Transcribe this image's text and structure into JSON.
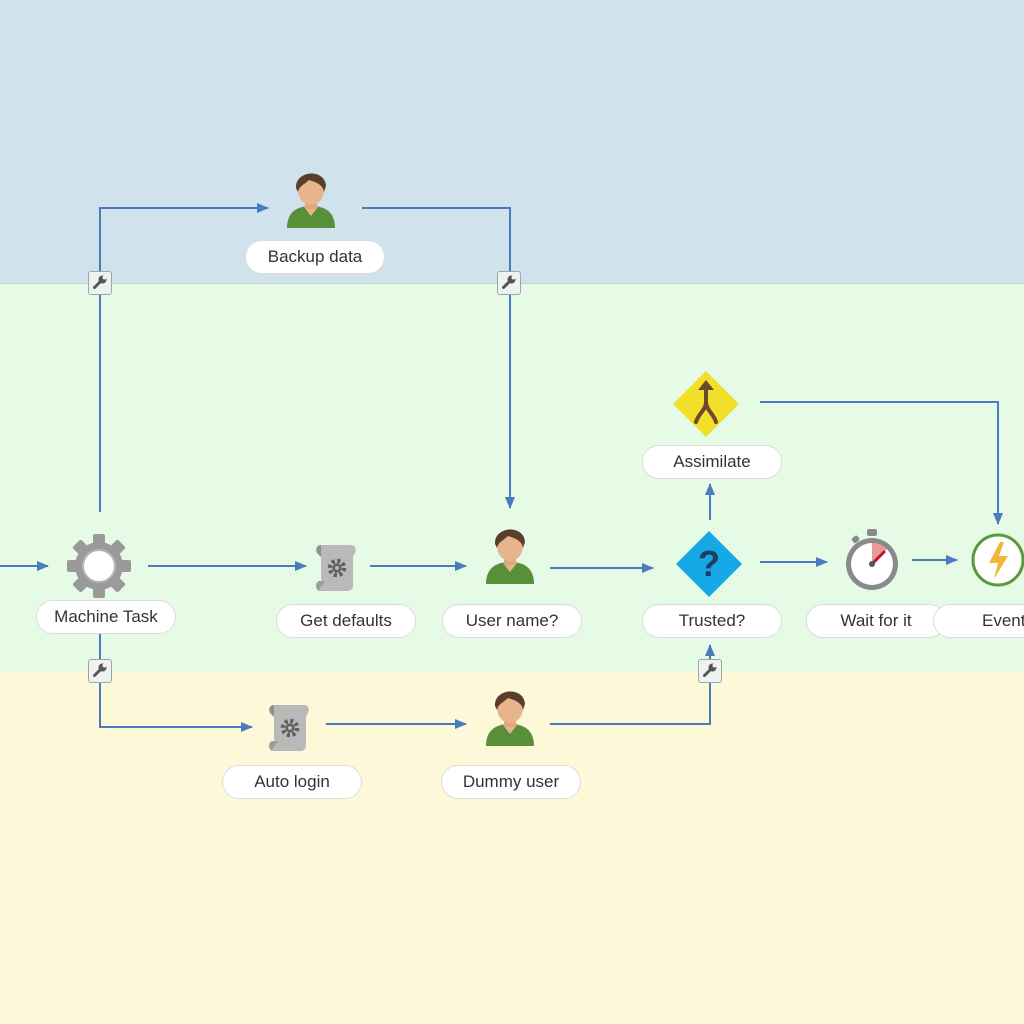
{
  "diagram": {
    "lanes": [
      {
        "id": "top",
        "color": "#d0e2eb"
      },
      {
        "id": "middle",
        "color": "#e6fbe6"
      },
      {
        "id": "bottom",
        "color": "#fdf8d8"
      }
    ],
    "nodes": {
      "machine_task": {
        "label": "Machine Task",
        "icon": "gear-icon"
      },
      "get_defaults": {
        "label": "Get defaults",
        "icon": "script-gear-icon"
      },
      "user_name": {
        "label": "User name?",
        "icon": "user-icon"
      },
      "trusted": {
        "label": "Trusted?",
        "icon": "question-diamond-icon"
      },
      "wait_for_it": {
        "label": "Wait for it",
        "icon": "stopwatch-icon"
      },
      "event": {
        "label": "Event",
        "icon": "lightning-event-icon"
      },
      "assimilate": {
        "label": "Assimilate",
        "icon": "merge-diamond-icon"
      },
      "backup_data": {
        "label": "Backup data",
        "icon": "user-icon"
      },
      "auto_login": {
        "label": "Auto login",
        "icon": "script-gear-icon"
      },
      "dummy_user": {
        "label": "Dummy user",
        "icon": "user-icon"
      }
    },
    "edge_color": "#4a7bbf",
    "edges": [
      {
        "from": "entry",
        "to": "machine_task"
      },
      {
        "from": "machine_task",
        "to": "get_defaults"
      },
      {
        "from": "get_defaults",
        "to": "user_name"
      },
      {
        "from": "user_name",
        "to": "trusted"
      },
      {
        "from": "trusted",
        "to": "wait_for_it"
      },
      {
        "from": "wait_for_it",
        "to": "event"
      },
      {
        "from": "trusted",
        "to": "assimilate"
      },
      {
        "from": "assimilate",
        "to": "event"
      },
      {
        "from": "machine_task",
        "to": "backup_data"
      },
      {
        "from": "backup_data",
        "to": "user_name"
      },
      {
        "from": "machine_task",
        "to": "auto_login"
      },
      {
        "from": "auto_login",
        "to": "dummy_user"
      },
      {
        "from": "dummy_user",
        "to": "trusted"
      }
    ],
    "colors": {
      "question_diamond": "#16a8e6",
      "merge_diamond": "#f2df2a",
      "event_ring": "#5a9a3a",
      "event_bolt": "#f0b63a",
      "gear": "#9a9a9a",
      "user_shirt": "#5a8f3a",
      "user_hair": "#5a3d2a",
      "user_skin": "#e8b48c"
    }
  }
}
